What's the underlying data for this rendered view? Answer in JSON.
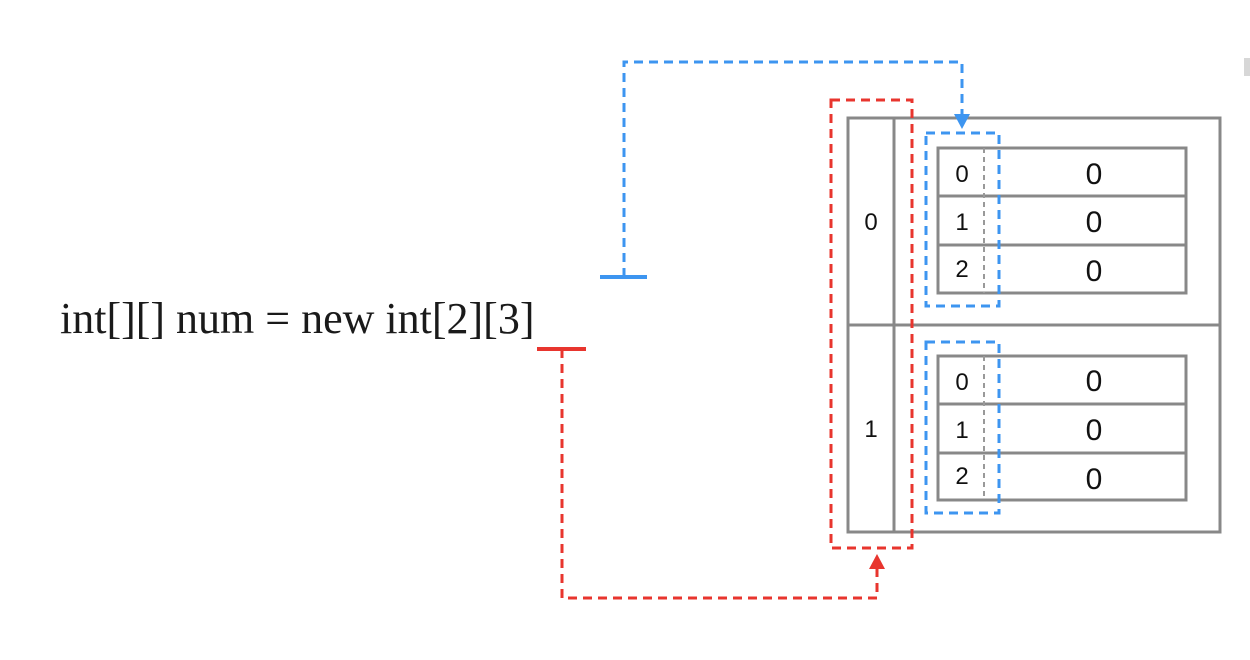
{
  "code": {
    "prefix": "int[][] num = new int",
    "dim1": "[2]",
    "dim2": "[3]"
  },
  "outer_array": {
    "indices": [
      "0",
      "1"
    ]
  },
  "inner_arrays": [
    {
      "indices": [
        "0",
        "1",
        "2"
      ],
      "values": [
        "0",
        "0",
        "0"
      ]
    },
    {
      "indices": [
        "0",
        "1",
        "2"
      ],
      "values": [
        "0",
        "0",
        "0"
      ]
    }
  ],
  "colors": {
    "rows_pointer": "#e8352e",
    "columns_pointer": "#3d95f0",
    "grid": "#888888"
  }
}
